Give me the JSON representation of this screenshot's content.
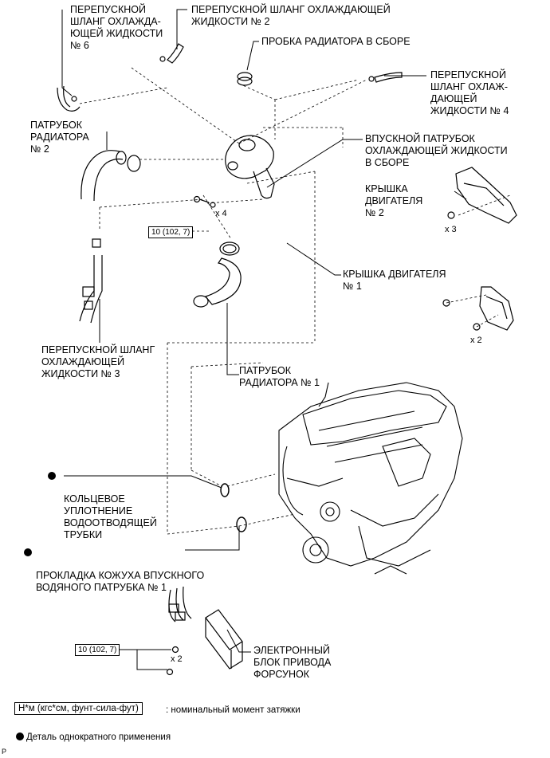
{
  "labels": {
    "bypass_hose_6": "ПЕРЕПУСКНОЙ\nШЛАНГ ОХЛАЖДА-\nЮЩЕЙ ЖИДКОСТИ\n№ 6",
    "bypass_hose_2": "ПЕРЕПУСКНОЙ ШЛАНГ ОХЛАЖДАЮЩЕЙ\nЖИДКОСТИ № 2",
    "radiator_cap": "ПРОБКА РАДИАТОРА В СБОРЕ",
    "bypass_hose_4": "ПЕРЕПУСКНОЙ\nШЛАНГ ОХЛАЖ-\nДАЮЩЕЙ\nЖИДКОСТИ № 4",
    "radiator_pipe_2": "ПАТРУБОК\nРАДИАТОРА\n№ 2",
    "inlet_pipe_assy": "ВПУСКНОЙ ПАТРУБОК\nОХЛАЖДАЮЩЕЙ ЖИДКОСТИ\nВ СБОРЕ",
    "engine_cover_2": "КРЫШКА\nДВИГАТЕЛЯ\n№ 2",
    "engine_cover_1": "КРЫШКА ДВИГАТЕЛЯ\n№ 1",
    "bypass_hose_3": "ПЕРЕПУСКНОЙ ШЛАНГ\nОХЛАЖДАЮЩЕЙ\nЖИДКОСТИ № 3",
    "radiator_pipe_1": "ПАТРУБОК\nРАДИАТОРА № 1",
    "o_ring": "КОЛЬЦЕВОЕ\nУПЛОТНЕНИЕ\nВОДООТВОДЯЩЕЙ\nТРУБКИ",
    "gasket": "ПРОКЛАДКА КОЖУХА ВПУСКНОГО\nВОДЯНОГО ПАТРУБКА № 1",
    "injector_driver": "ЭЛЕКТРОННЫЙ\nБЛОК ПРИВОДА\nФОРСУНОК"
  },
  "quantities": {
    "x4": "x 4",
    "x3": "x 3",
    "x2_cover": "x 2",
    "x2_edu": "x 2"
  },
  "torque": {
    "upper": "10 (102, 7)",
    "lower": "10 (102, 7)"
  },
  "legend": {
    "torque_box": "Н*м (кгс*см, фунт-сила-фут)",
    "torque_text": ": номинальный момент затяжки",
    "non_reusable": "Деталь однократного применения"
  },
  "corner_mark": "P",
  "colors": {
    "line": "#000000",
    "background": "#ffffff"
  }
}
